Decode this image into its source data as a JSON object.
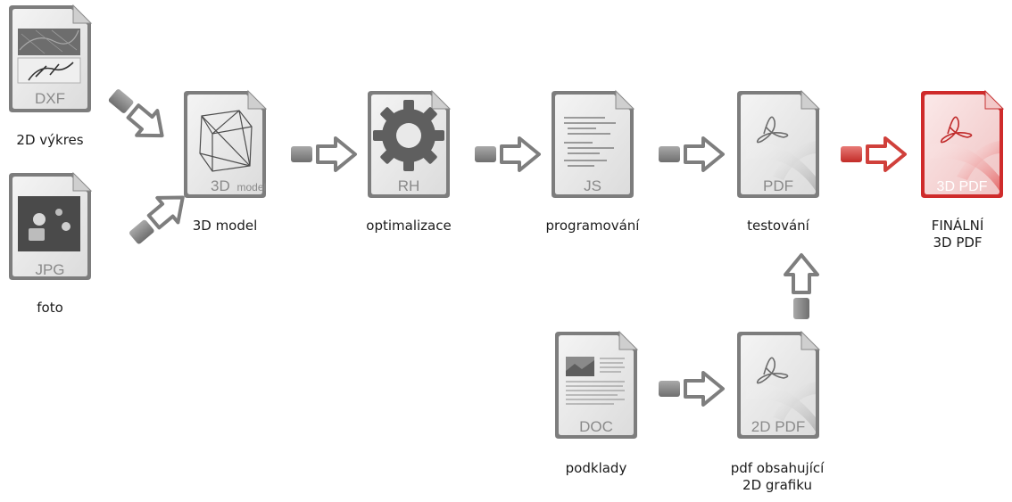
{
  "documents": {
    "dxf": {
      "icon": "dxf-drawing-file-icon",
      "tag": "DXF",
      "caption": "2D výkres"
    },
    "jpg": {
      "icon": "jpg-photo-file-icon",
      "tag": "JPG",
      "caption": "foto"
    },
    "model": {
      "icon": "3d-model-file-icon",
      "tag_main": "3D",
      "tag_small": "model",
      "caption": "3D model"
    },
    "rh": {
      "icon": "rhino-gear-file-icon",
      "tag": "RH",
      "caption": "optimalizace"
    },
    "js": {
      "icon": "javascript-code-file-icon",
      "tag": "JS",
      "caption": "programování"
    },
    "pdf": {
      "icon": "pdf-file-icon",
      "tag": "PDF",
      "caption": "testování"
    },
    "final": {
      "icon": "final-3d-pdf-file-icon",
      "tag": "3D PDF",
      "caption_lines": [
        "FINÁLNÍ",
        "3D PDF"
      ]
    },
    "doc": {
      "icon": "doc-file-icon",
      "tag": "DOC",
      "caption": "podklady"
    },
    "pdf2d": {
      "icon": "2d-pdf-file-icon",
      "tag": "2D PDF",
      "caption_lines": [
        "pdf obsahující",
        "2D grafiku"
      ]
    }
  },
  "colors": {
    "arrow_gray": "#8e8e8e",
    "arrow_red": "#d9443f",
    "doc_gray": "#7a7a7a",
    "doc_red": "#cc2a2a",
    "tag_text": "#8a8a8a"
  }
}
